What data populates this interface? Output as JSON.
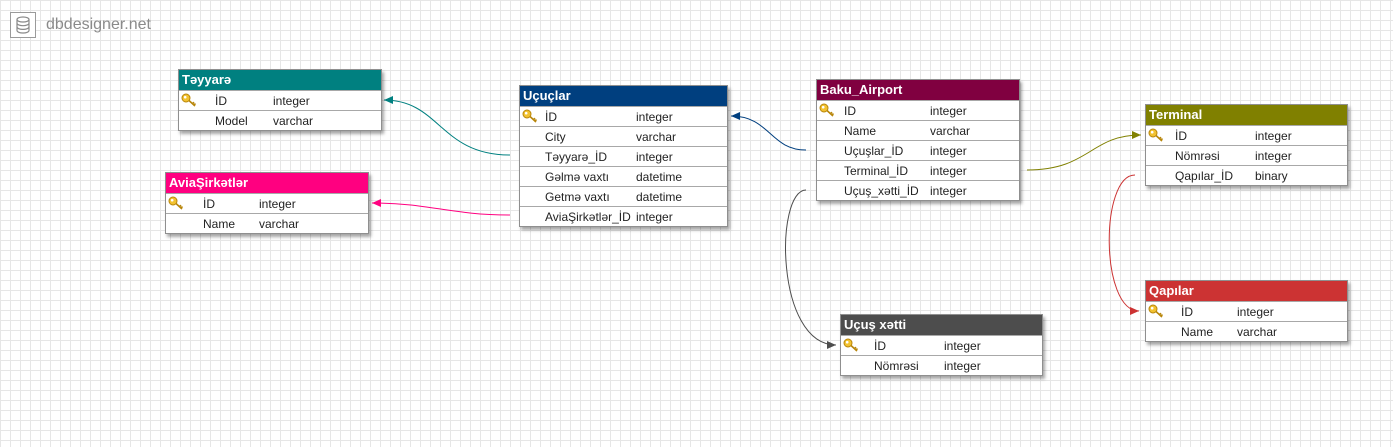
{
  "brand": {
    "name": "dbdesigner.net",
    "icon": "database-icon"
  },
  "tables": {
    "teyyare": {
      "title": "Təyyarə",
      "color": "#008080",
      "fields": [
        {
          "name": "İD",
          "type": "integer",
          "pk": true
        },
        {
          "name": "Model",
          "type": "varchar"
        }
      ]
    },
    "aviasirketler": {
      "title": "AviaŞirkətlər",
      "color": "#ff0080",
      "fields": [
        {
          "name": "İD",
          "type": "integer",
          "pk": true
        },
        {
          "name": "Name",
          "type": "varchar"
        }
      ]
    },
    "ucuslar": {
      "title": "Uçuçlar",
      "color": "#003f7f",
      "fields": [
        {
          "name": "İD",
          "type": "integer",
          "pk": true
        },
        {
          "name": "City",
          "type": "varchar"
        },
        {
          "name": "Təyyarə_İD",
          "type": "integer"
        },
        {
          "name": "Gəlmə vaxtı",
          "type": "datetime"
        },
        {
          "name": "Getmə vaxtı",
          "type": "datetime"
        },
        {
          "name": "AviaŞirkətlər_İD",
          "type": "integer"
        }
      ]
    },
    "baku_airport": {
      "title": "Baku_Airport",
      "color": "#800040",
      "fields": [
        {
          "name": "ID",
          "type": "integer",
          "pk": true
        },
        {
          "name": "Name",
          "type": "varchar"
        },
        {
          "name": "Uçuşlar_İD",
          "type": "integer"
        },
        {
          "name": "Terminal_İD",
          "type": "integer"
        },
        {
          "name": "Uçuş_xətti_İD",
          "type": "integer"
        }
      ]
    },
    "terminal": {
      "title": "Terminal",
      "color": "#808000",
      "fields": [
        {
          "name": "İD",
          "type": "integer",
          "pk": true
        },
        {
          "name": "Nömrəsi",
          "type": "integer"
        },
        {
          "name": "Qapılar_İD",
          "type": "binary"
        }
      ]
    },
    "ucus_xetti": {
      "title": "Uçuş xətti",
      "color": "#4d4d4d",
      "fields": [
        {
          "name": "İD",
          "type": "integer",
          "pk": true
        },
        {
          "name": "Nömrəsi",
          "type": "integer"
        }
      ]
    },
    "qapilar": {
      "title": "Qapılar",
      "color": "#cc3333",
      "fields": [
        {
          "name": "İD",
          "type": "integer",
          "pk": true
        },
        {
          "name": "Name",
          "type": "varchar"
        }
      ]
    }
  },
  "relations": [
    {
      "from": "ucuslar",
      "to": "teyyare",
      "color": "#008080"
    },
    {
      "from": "ucuslar",
      "to": "aviasirketler",
      "color": "#ff0080"
    },
    {
      "from": "baku_airport",
      "to": "ucuslar",
      "color": "#003f7f"
    },
    {
      "from": "baku_airport",
      "to": "terminal",
      "color": "#808000"
    },
    {
      "from": "baku_airport",
      "to": "ucus_xetti",
      "color": "#4d4d4d"
    },
    {
      "from": "terminal",
      "to": "qapilar",
      "color": "#cc3333"
    }
  ]
}
